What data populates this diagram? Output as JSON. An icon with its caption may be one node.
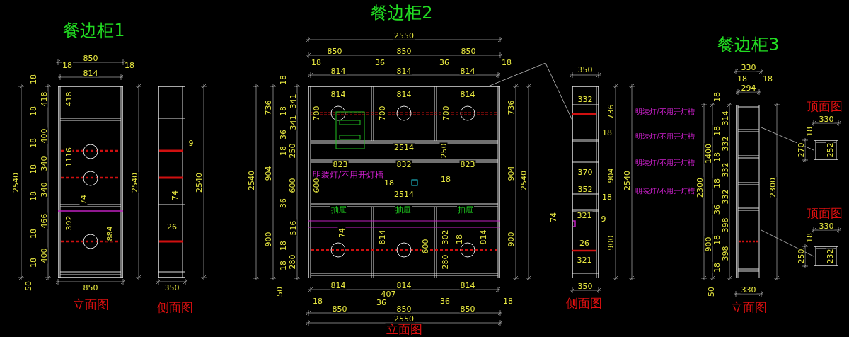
{
  "diagram": {
    "nodes": [
      {
        "text": [],
        "shape": "box"
      },
      {
        "text": [],
        "shape": "box"
      },
      {
        "text": [],
        "shape": "box"
      },
      {
        "text": [],
        "shape": "box"
      },
      {
        "text": [],
        "shape": "box"
      },
      {
        "text": [],
        "shape": "box"
      },
      {
        "text": [],
        "shape": "box"
      }
    ],
    "edges": [
      {
        "from": 2,
        "to": 3,
        "arrow": "none"
      },
      {
        "from": 4,
        "to": 5,
        "arrow": "none"
      },
      {
        "from": 4,
        "to": 6,
        "arrow": "none"
      }
    ],
    "labels": [
      "餐边柜1",
      "850",
      "18",
      "18",
      "814",
      "2540",
      "18",
      "418",
      "18",
      "400",
      "18",
      "340",
      "18",
      "340",
      "18",
      "466",
      "18",
      "400",
      "18",
      "50",
      "418",
      "1116",
      "74",
      "392",
      "884",
      "2540",
      "850",
      "立面图",
      "9",
      "74",
      "26",
      "2540",
      "350",
      "侧面图",
      "餐边柜2",
      "2550",
      "850",
      "850",
      "850",
      "18",
      "36",
      "36",
      "18",
      "814",
      "814",
      "814",
      "2540",
      "736",
      "904",
      "900",
      "18",
      "341",
      "18",
      "341",
      "36",
      "18",
      "250",
      "600",
      "36",
      "516",
      "18",
      "18",
      "280",
      "50",
      "814",
      "814",
      "814",
      "700",
      "700",
      "700",
      "2514",
      "250",
      "823",
      "832",
      "823",
      "明装灯/不用开灯槽",
      "18",
      "18",
      "600",
      "2514",
      "抽屉",
      "抽屉",
      "抽屉",
      "74",
      "814",
      "600",
      "302",
      "18",
      "280",
      "814",
      "736",
      "904",
      "900",
      "2540",
      "814",
      "814",
      "814",
      "407",
      "18",
      "36",
      "36",
      "18",
      "850",
      "850",
      "850",
      "2550",
      "立面图",
      "350",
      "332",
      "736",
      "18",
      "370",
      "904",
      "352",
      "18",
      "321",
      "9",
      "74",
      "26",
      "900",
      "321",
      "2540",
      "350",
      "侧面图",
      "餐边柜3",
      "330",
      "18",
      "18",
      "294",
      "2300",
      "1400",
      "900",
      "18",
      "314",
      "18",
      "332",
      "18",
      "332",
      "18",
      "332",
      "36",
      "398",
      "18",
      "398",
      "18",
      "50",
      "2300",
      "330",
      "立面图",
      "明装灯/不用开灯槽",
      "明装灯/不用开灯槽",
      "明装灯/不用开灯槽",
      "明装灯/不用开灯槽",
      "顶面图",
      "330",
      "18",
      "270",
      "252",
      "顶面图",
      "330",
      "18",
      "250",
      "232"
    ]
  }
}
